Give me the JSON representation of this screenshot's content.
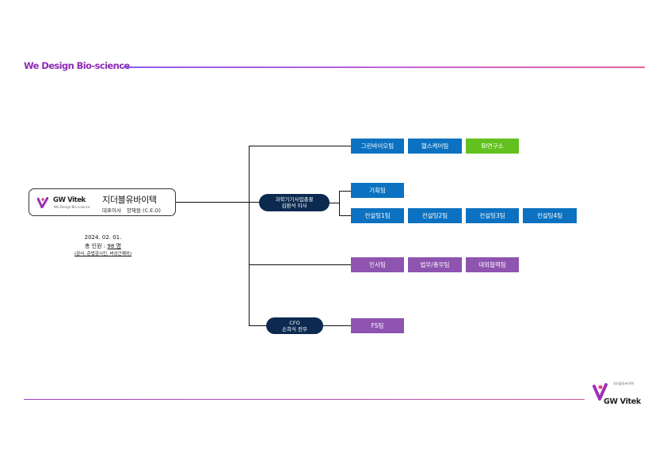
{
  "header": {
    "tagline": "We Design Bio-science"
  },
  "ceo": {
    "logo_name": "GW Vitek",
    "logo_sub": "We Design Bio-science",
    "company": "지더블유바이텍",
    "title": "대표이사",
    "name": "양재원 (C.E.O)"
  },
  "headcount": {
    "date": "2024. 02. 01.",
    "total_label": "총 인원 :",
    "total_value": "98 명",
    "note": "(감사, 준법감시인, 비상근제외)"
  },
  "divisions": [
    {
      "line1": "과학기기사업총괄",
      "line2": "김환석 이사"
    },
    {
      "line1": "CFO",
      "line2": "손희식 전무"
    }
  ],
  "teams": {
    "row1": [
      "그린바이오팀",
      "헬스케어팀",
      "BI연구소"
    ],
    "row2": [
      "기획팀"
    ],
    "row3": [
      "컨설팅1팀",
      "컨설팅2팀",
      "컨설팅3팀",
      "컨설팅4팀"
    ],
    "row4": [
      "인사팀",
      "법무/총무팀",
      "대외협력팀"
    ],
    "row5": [
      "FS팀"
    ]
  },
  "brand": {
    "small": "지더블유바이텍",
    "name": "GW Vitek"
  },
  "colors": {
    "blue_team": "#0b71c0",
    "green_team": "#62c11e",
    "purple_team": "#8e54b0",
    "pill": "#0c2a50",
    "accent": "#8f2bb5"
  }
}
